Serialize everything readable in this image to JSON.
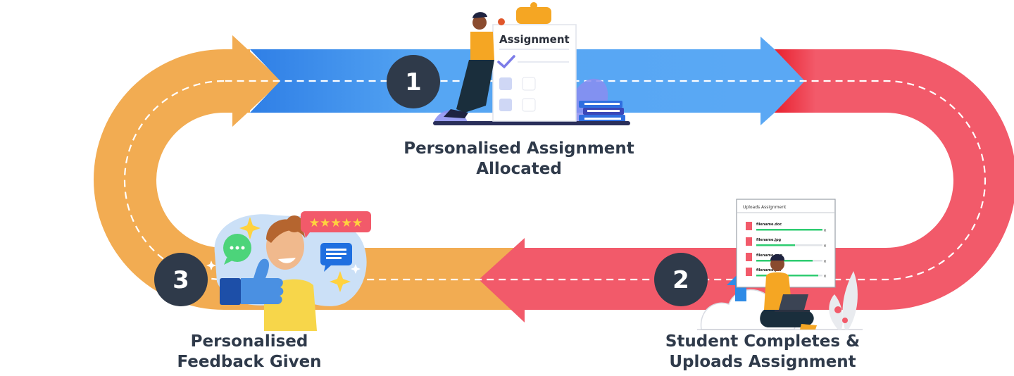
{
  "steps": [
    {
      "number": "1",
      "caption_line1": "Personalised Assignment",
      "caption_line2": "Allocated"
    },
    {
      "number": "2",
      "caption_line1": "Student Completes &",
      "caption_line2": "Uploads Assignment"
    },
    {
      "number": "3",
      "caption_line1": "Personalised",
      "caption_line2": "Feedback Given"
    }
  ],
  "illustrations": {
    "clipboard_title": "Assignment",
    "upload_window_title": "Uploads Assignment",
    "upload_files": [
      "filename.doc",
      "filename.jpg",
      "filename.png",
      "filename.pdf"
    ]
  },
  "colors": {
    "orange": "#f2ac52",
    "blue": "#4d9ff0",
    "red": "#f25a6a",
    "badge": "#2f3a4a"
  },
  "icons": [
    "clipboard-icon",
    "checkmark-icon",
    "stack-of-books-icon",
    "cloud-upload-icon",
    "laptop-icon",
    "thumbs-up-icon",
    "five-star-rating-icon",
    "chat-bubble-icon",
    "sparkle-icon"
  ]
}
